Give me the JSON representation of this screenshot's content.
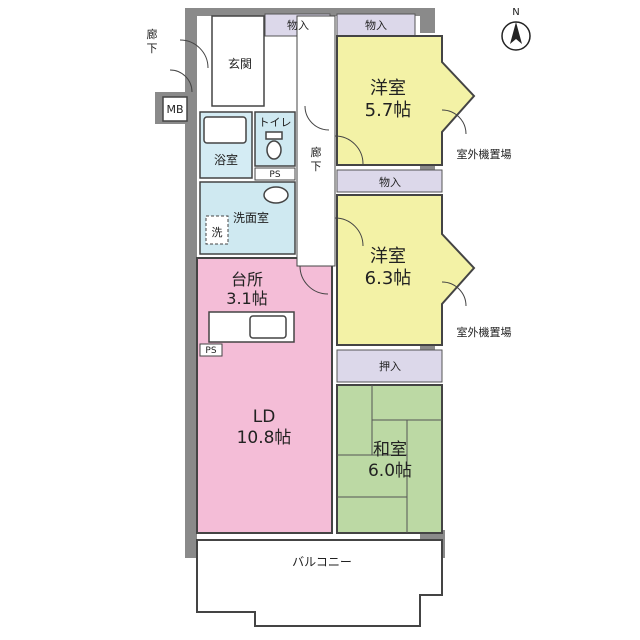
{
  "colors": {
    "western": "#f3f2a6",
    "western_closet": "#dcd8ea",
    "ld": "#f4bdd7",
    "washroom": "#cfe9f1",
    "bath": "#d4ecf4",
    "toilet": "#cfe9f1",
    "tatami": "#bcd9a4",
    "wall": "#8a8a8a"
  },
  "labels": {
    "storage_1": "物入",
    "storage_2": "物入",
    "storage_3": "物入",
    "oshiire": "押入",
    "entrance": "玄関",
    "hallway_outer": "廊下",
    "hallway_inner": "廊下",
    "mb": "MB",
    "bath": "浴室",
    "toilet": "トイレ",
    "ps_1": "PS",
    "ps_2": "PS",
    "washroom": "洗面室",
    "washer": "洗",
    "western1_name": "洋室",
    "western1_size": "5.7帖",
    "western2_name": "洋室",
    "western2_size": "6.3帖",
    "outdoor_unit_1": "室外機置場",
    "outdoor_unit_2": "室外機置場",
    "kitchen_name": "台所",
    "kitchen_size": "3.1帖",
    "ld_name": "LD",
    "ld_size": "10.8帖",
    "japanese_name": "和室",
    "japanese_size": "6.0帖",
    "balcony": "バルコニー",
    "north": "N"
  }
}
